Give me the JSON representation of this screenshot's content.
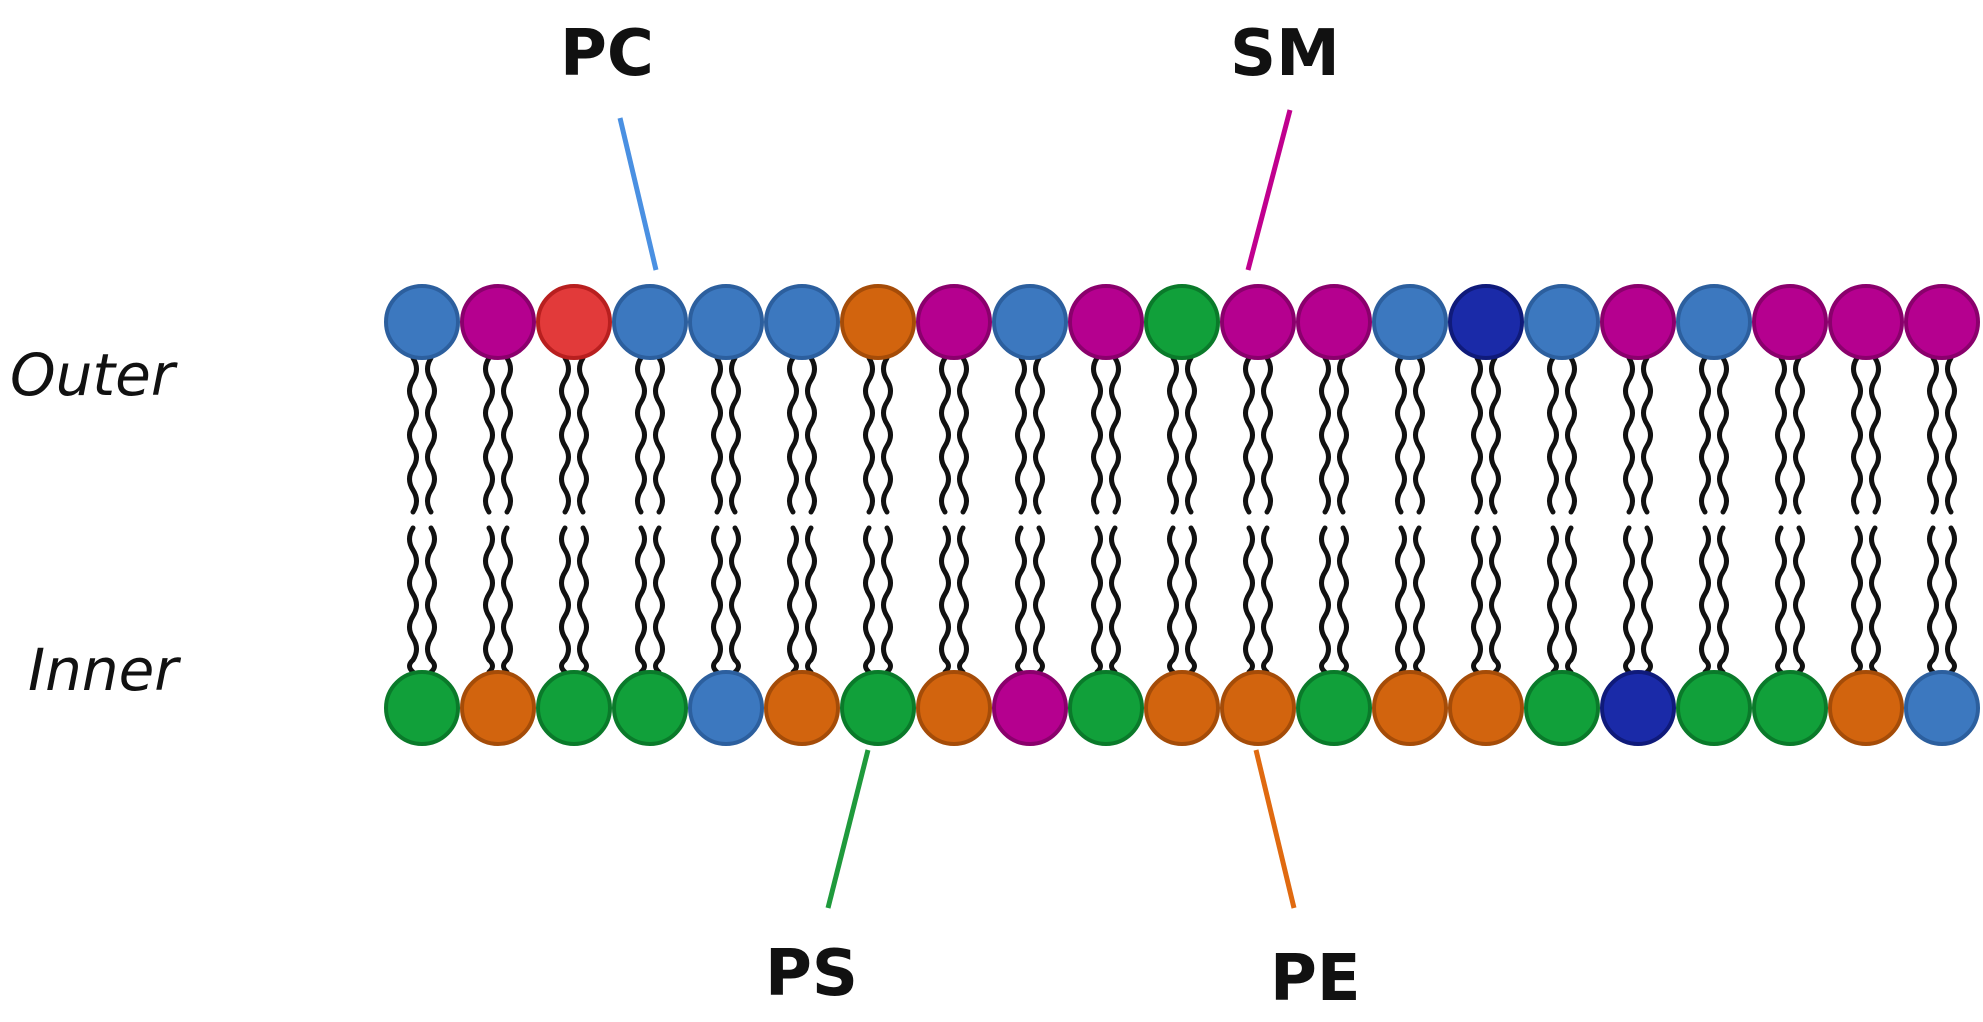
{
  "leaflets": {
    "outer": {
      "label": "Outer",
      "heads": [
        "PC",
        "SM",
        "red",
        "PC",
        "PC",
        "PC",
        "PE",
        "SM",
        "PC",
        "SM",
        "PS",
        "SM",
        "SM",
        "PC",
        "navy",
        "PC",
        "SM",
        "PC",
        "SM",
        "SM",
        "SM"
      ]
    },
    "inner": {
      "label": "Inner",
      "heads": [
        "PS",
        "PE",
        "PS",
        "PS",
        "PC",
        "PE",
        "PS",
        "PE",
        "SM",
        "PS",
        "PE",
        "PE",
        "PS",
        "PE",
        "PE",
        "PS",
        "navy",
        "PS",
        "PS",
        "PE",
        "PC"
      ]
    }
  },
  "callouts": {
    "pc": {
      "text": "PC",
      "color": "#4a90e2"
    },
    "sm": {
      "text": "SM",
      "color": "#c0008e"
    },
    "ps": {
      "text": "PS",
      "color": "#1f9a3c"
    },
    "pe": {
      "text": "PE",
      "color": "#e06a10"
    }
  },
  "head_colors": {
    "PC": "#3c78bf",
    "SM": "#b5008f",
    "PS": "#11a03a",
    "PE": "#d2640e",
    "red": "#e23a3a",
    "navy": "#1a2aa8"
  },
  "head_stroke_colors": {
    "PC": "#2c5f9e",
    "SM": "#8a006c",
    "PS": "#0a7a2a",
    "PE": "#a54c08",
    "red": "#b81f1f",
    "navy": "#0f1a7a"
  }
}
